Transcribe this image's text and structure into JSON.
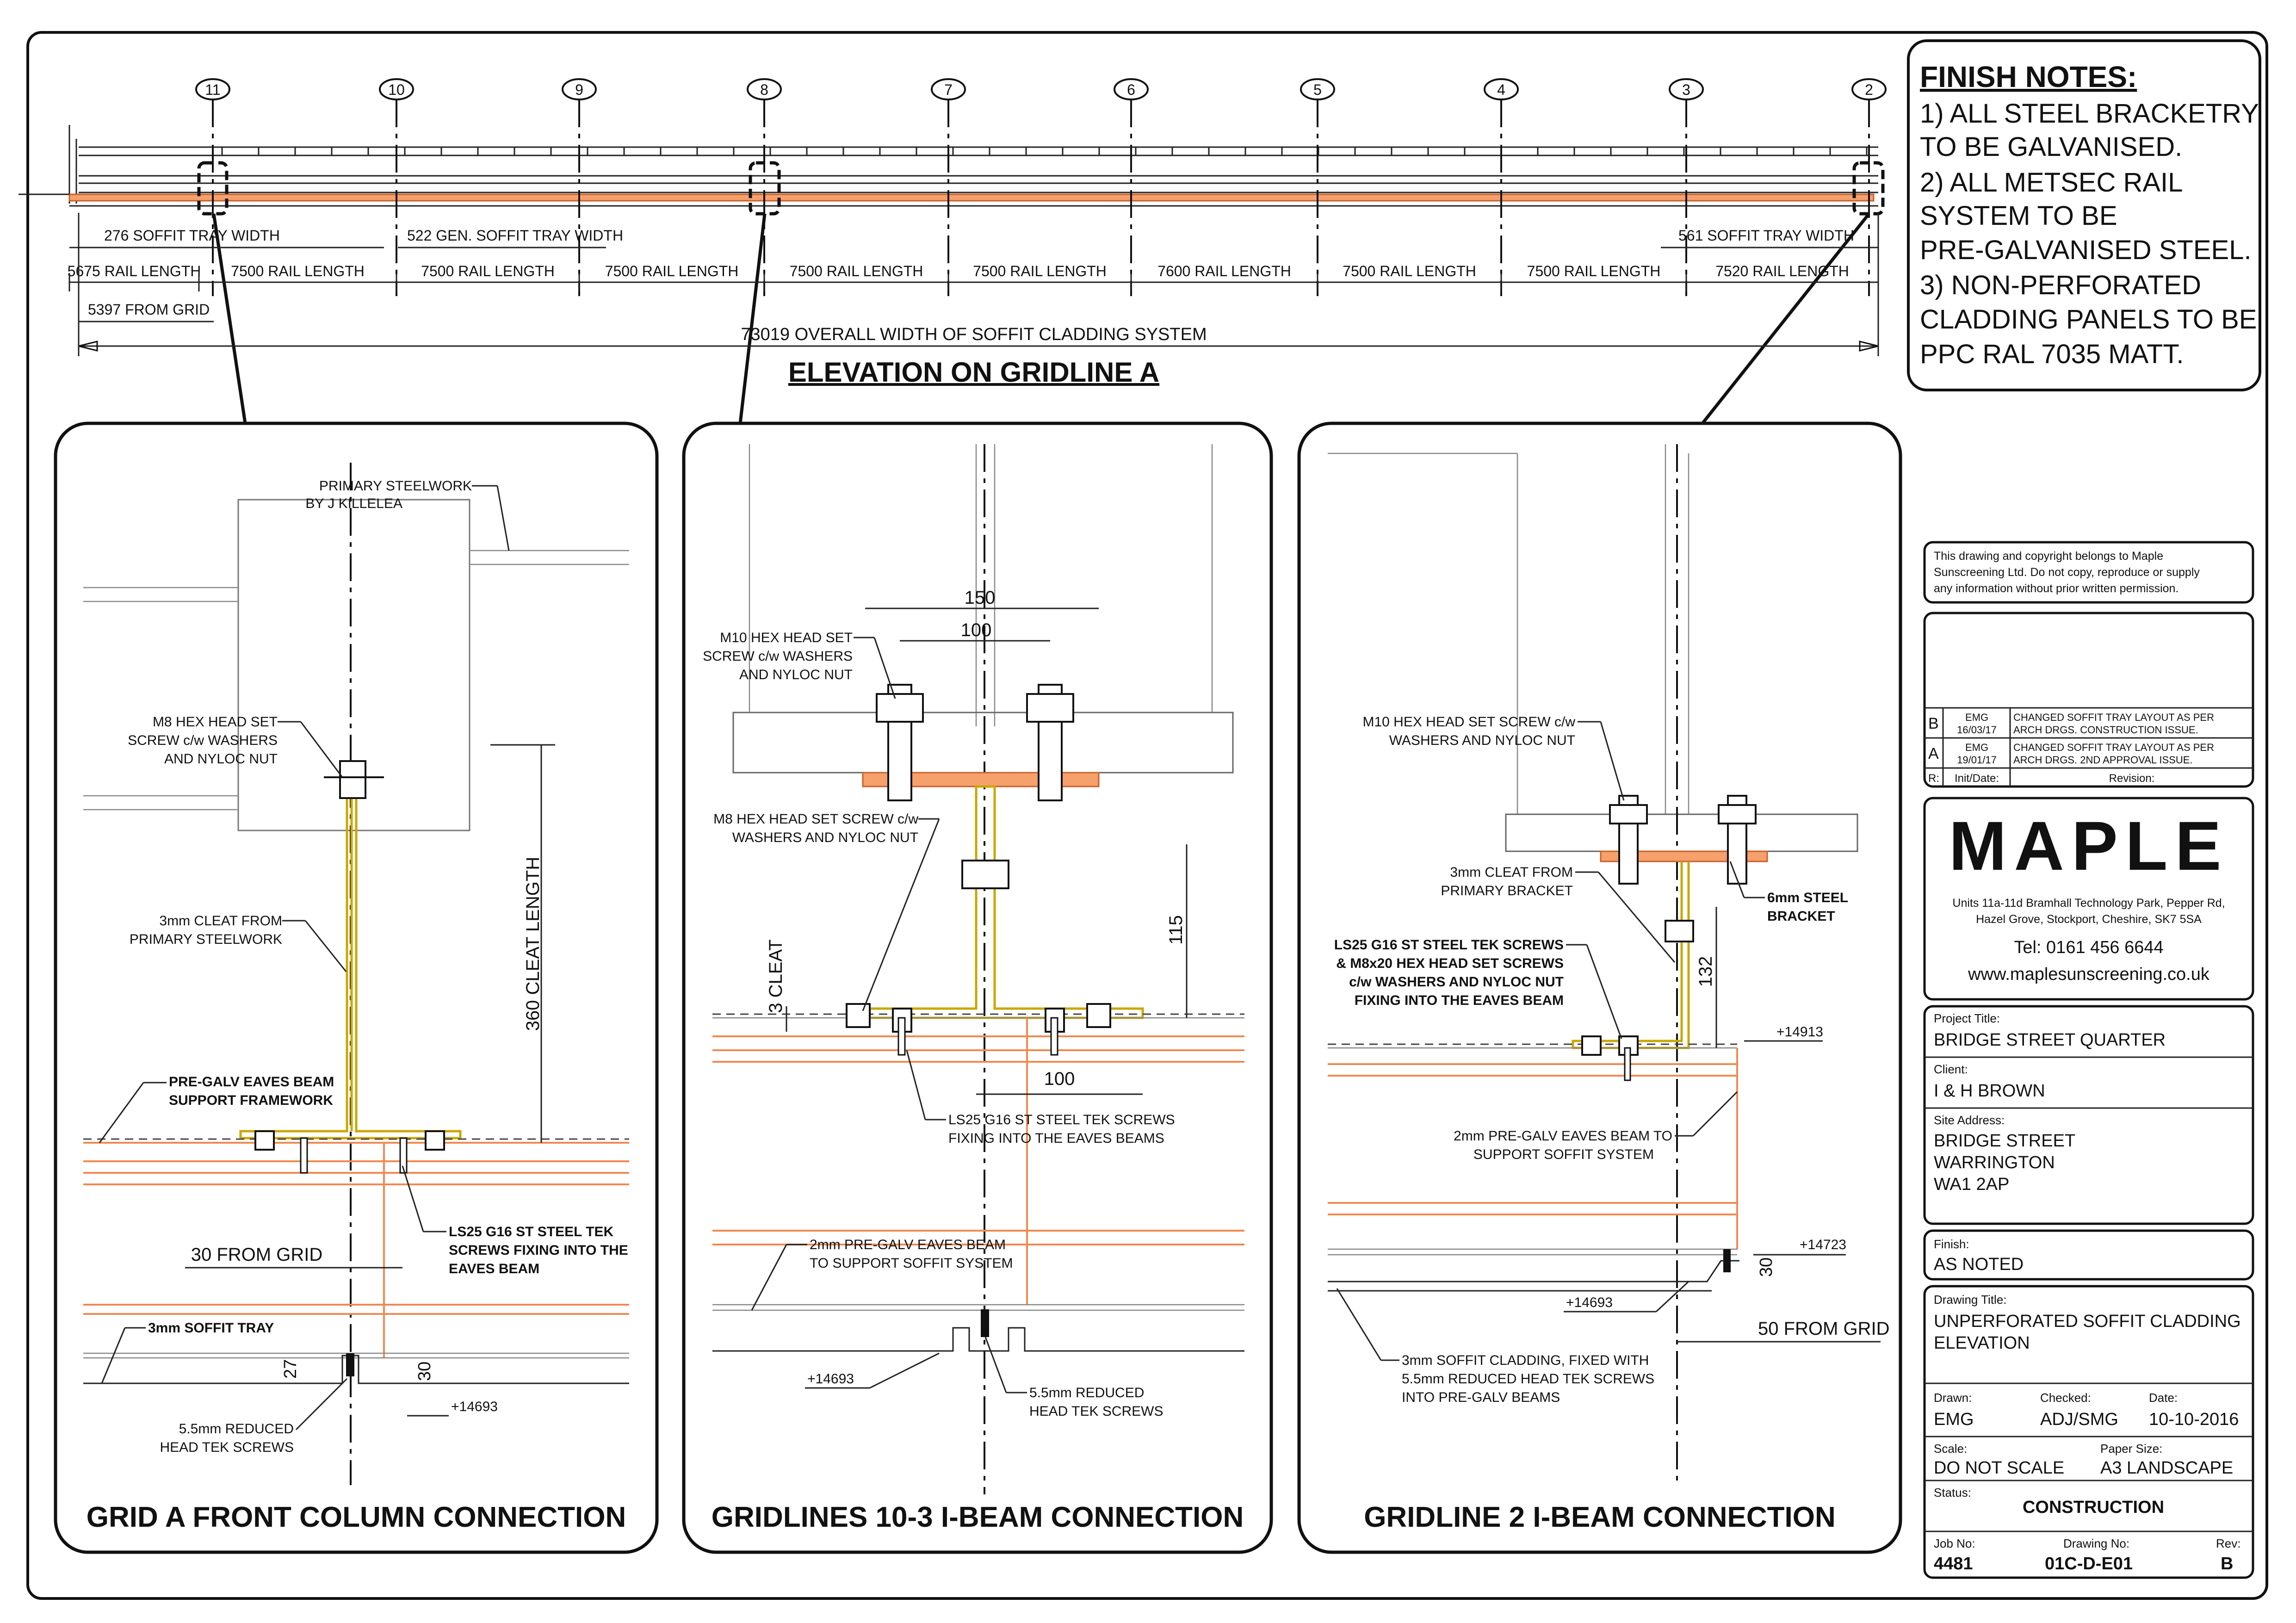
{
  "finish_notes": {
    "title": "FINISH NOTES:",
    "lines": [
      "1) ALL STEEL BRACKETRY",
      "TO BE GALVANISED.",
      "2) ALL METSEC RAIL",
      "SYSTEM TO BE",
      "PRE-GALVANISED STEEL.",
      "3) NON-PERFORATED",
      "CLADDING PANELS TO BE",
      "PPC RAL 7035 MATT."
    ]
  },
  "elevation": {
    "title": "ELEVATION ON GRIDLINE A",
    "grid_labels": [
      "11",
      "10",
      "9",
      "8",
      "7",
      "6",
      "5",
      "4",
      "3",
      "2"
    ],
    "tray_widths": [
      "276 SOFFIT TRAY WIDTH",
      "522 GEN. SOFFIT TRAY WIDTH",
      "561 SOFFIT TRAY WIDTH"
    ],
    "rail_lengths": [
      "5675 RAIL LENGTH",
      "7500 RAIL LENGTH",
      "7500 RAIL LENGTH",
      "7500 RAIL LENGTH",
      "7500 RAIL LENGTH",
      "7500 RAIL LENGTH",
      "7600 RAIL LENGTH",
      "7500 RAIL LENGTH",
      "7500 RAIL LENGTH",
      "7520 RAIL LENGTH"
    ],
    "from_grid": "5397 FROM GRID",
    "overall": "73019 OVERALL WIDTH OF SOFFIT CLADDING SYSTEM"
  },
  "detail1": {
    "title": "GRID A FRONT COLUMN CONNECTION",
    "labels": {
      "primary1": "PRIMARY STEELWORK",
      "primary2": "BY J KILLELEA",
      "m8_1": "M8 HEX HEAD SET",
      "m8_2": "SCREW c/w WASHERS",
      "m8_3": "AND NYLOC NUT",
      "cleat1": "3mm CLEAT FROM",
      "cleat2": "PRIMARY STEELWORK",
      "cleat_len": "360 CLEAT LENGTH",
      "beam1": "PRE-GALV EAVES BEAM",
      "beam2": "SUPPORT FRAMEWORK",
      "ls1": "LS25 G16 ST STEEL TEK",
      "ls2": "SCREWS FIXING INTO THE",
      "ls3": "EAVES BEAM",
      "from_grid": "30 FROM GRID",
      "tray": "3mm SOFFIT TRAY",
      "d27": "27",
      "d30": "30",
      "level": "+14693",
      "tek1": "5.5mm REDUCED",
      "tek2": "HEAD TEK SCREWS"
    }
  },
  "detail2": {
    "title": "GRIDLINES 10-3 I-BEAM CONNECTION",
    "labels": {
      "d150": "150",
      "d100a": "100",
      "m10_1": "M10 HEX HEAD SET",
      "m10_2": "SCREW c/w WASHERS",
      "m10_3": "AND NYLOC NUT",
      "m8_1": "M8 HEX HEAD SET SCREW c/w",
      "m8_2": "WASHERS AND NYLOC NUT",
      "d115": "115",
      "cleat": "3 CLEAT",
      "d100b": "100",
      "ls1": "LS25 G16 ST STEEL TEK SCREWS",
      "ls2": "FIXING INTO THE EAVES BEAMS",
      "beam1": "2mm PRE-GALV EAVES BEAM",
      "beam2": "TO SUPPORT SOFFIT SYSTEM",
      "level": "+14693",
      "tek1": "5.5mm REDUCED",
      "tek2": "HEAD TEK SCREWS"
    }
  },
  "detail3": {
    "title": "GRIDLINE 2 I-BEAM CONNECTION",
    "labels": {
      "m10_1": "M10 HEX HEAD SET SCREW c/w",
      "m10_2": "WASHERS AND NYLOC NUT",
      "cleat1": "3mm CLEAT FROM",
      "cleat2": "PRIMARY BRACKET",
      "br1": "6mm STEEL",
      "br2": "BRACKET",
      "ls1": "LS25 G16 ST STEEL TEK SCREWS",
      "ls2": "& M8x20 HEX HEAD SET SCREWS",
      "ls3": "c/w WASHERS AND NYLOC NUT",
      "ls4": "FIXING INTO THE EAVES BEAM",
      "d132": "132",
      "level1": "+14913",
      "beam1": "2mm PRE-GALV EAVES BEAM TO",
      "beam2": "SUPPORT SOFFIT SYSTEM",
      "level2": "+14723",
      "d30": "30",
      "level3": "+14693",
      "from_grid": "50 FROM GRID",
      "clad1": "3mm SOFFIT CLADDING, FIXED WITH",
      "clad2": "5.5mm REDUCED HEAD TEK SCREWS",
      "clad3": "INTO PRE-GALV BEAMS"
    }
  },
  "title_block": {
    "copyright": [
      "This drawing and copyright belongs to Maple",
      "Sunscreening Ltd. Do not copy, reproduce or supply",
      "any information without prior written permission."
    ],
    "revisions": [
      {
        "rev": "B",
        "init": "EMG",
        "date": "16/03/17",
        "desc1": "CHANGED SOFFIT TRAY LAYOUT AS PER",
        "desc2": "ARCH DRGS. CONSTRUCTION ISSUE."
      },
      {
        "rev": "A",
        "init": "EMG",
        "date": "19/01/17",
        "desc1": "CHANGED SOFFIT TRAY LAYOUT AS PER",
        "desc2": "ARCH DRGS. 2ND APPROVAL ISSUE."
      }
    ],
    "rev_headers": {
      "r": "R:",
      "init": "Init/Date:",
      "revision": "Revision:"
    },
    "company": {
      "logo": "MAPLE",
      "address1": "Units 11a-11d Bramhall Technology Park, Pepper Rd,",
      "address2": "Hazel Grove, Stockport, Cheshire, SK7 5SA",
      "tel": "Tel: 0161 456 6644",
      "web": "www.maplesunscreening.co.uk"
    },
    "project_title_label": "Project Title:",
    "project_title": "BRIDGE STREET QUARTER",
    "client_label": "Client:",
    "client": "I & H BROWN",
    "site_label": "Site Address:",
    "site": [
      "BRIDGE STREET",
      "WARRINGTON",
      "WA1 2AP"
    ],
    "finish_label": "Finish:",
    "finish": "AS NOTED",
    "drawing_title_label": "Drawing Title:",
    "drawing_title": [
      "UNPERFORATED SOFFIT CLADDING",
      "ELEVATION"
    ],
    "drawn_label": "Drawn:",
    "drawn": "EMG",
    "checked_label": "Checked:",
    "checked": "ADJ/SMG",
    "date_label": "Date:",
    "date": "10-10-2016",
    "scale_label": "Scale:",
    "scale": "DO NOT SCALE",
    "paper_label": "Paper Size:",
    "paper": "A3 LANDSCAPE",
    "status_label": "Status:",
    "status": "CONSTRUCTION",
    "job_label": "Job No:",
    "job": "4481",
    "drawing_no_label": "Drawing No:",
    "drawing_no": "01C-D-E01",
    "rev_label": "Rev:",
    "rev": "B"
  }
}
